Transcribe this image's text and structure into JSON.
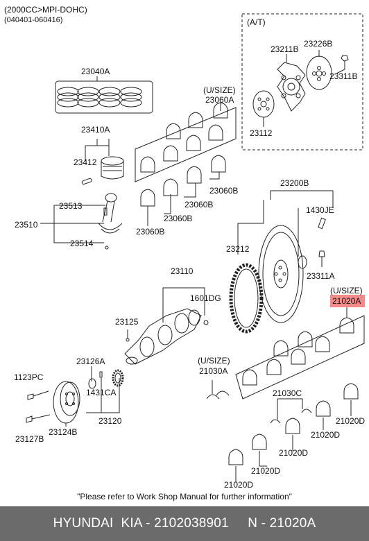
{
  "header": {
    "line1": "(2000CC>MPI-DOHC)",
    "line2": "(040401-060416)"
  },
  "at_box_label": "(A/T)",
  "labels": {
    "p23040A": "23040A",
    "p23410A": "23410A",
    "p23412": "23412",
    "p23513": "23513",
    "p23510": "23510",
    "p23514": "23514",
    "usize1": "(U/SIZE)",
    "p23060A": "23060A",
    "p23060B_1": "23060B",
    "p23060B_2": "23060B",
    "p23060B_3": "23060B",
    "p23060B_4": "23060B",
    "p23211B": "23211B",
    "p23226B": "23226B",
    "p23311B": "23311B",
    "p23112": "23112",
    "p23200B": "23200B",
    "p1430JE": "1430JE",
    "p23212": "23212",
    "p23311A": "23311A",
    "usize2": "(U/SIZE)",
    "p21020A": "21020A",
    "p23110": "23110",
    "p1601DG": "1601DG",
    "p23125": "23125",
    "usize3": "(U/SIZE)",
    "p21030A": "21030A",
    "p23126A": "23126A",
    "p1123PC": "1123PC",
    "p1431CA": "1431CA",
    "p23120": "23120",
    "p23127B": "23127B",
    "p23124B": "23124B",
    "p21030C": "21030C",
    "p21020D_1": "21020D",
    "p21020D_2": "21020D",
    "p21020D_3": "21020D",
    "p21020D_4": "21020D"
  },
  "highlight_color": "#f58a8a",
  "note": "\"Please refer to Work Shop Manual for further information\"",
  "footer": {
    "brand": "HYUNDAI  KIA - 2102038901",
    "part": "N - 21020A"
  }
}
